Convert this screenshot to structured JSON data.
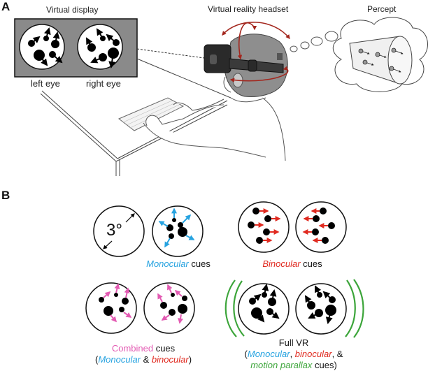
{
  "panelA": {
    "label": "A",
    "virtual_display": "Virtual display",
    "headset": "Virtual reality headset",
    "percept": "Percept",
    "left_eye": "left eye",
    "right_eye": "right eye"
  },
  "panelB": {
    "label": "B",
    "degree": "3°",
    "monocular": {
      "colored": "Monocular",
      "rest": " cues"
    },
    "binocular": {
      "colored": "Binocular",
      "rest": " cues"
    },
    "combined": {
      "line1_colored": "Combined",
      "line1_rest": " cues",
      "line2_open": "(",
      "line2_mono": "Monocular",
      "line2_amp": " & ",
      "line2_bino": "binocular",
      "line2_close": ")"
    },
    "full_vr": {
      "title": "Full VR",
      "open": "(",
      "mono": "Monocular",
      "sep1": ", ",
      "bino": "binocular",
      "sep2": ", &",
      "motion": "motion parallax",
      "tail": " cues)"
    }
  },
  "colors": {
    "monocular": "#27a3e0",
    "binocular": "#e02a20",
    "combined": "#e35bb3",
    "motion_parallax": "#3ca53a",
    "head_arrows": "#a3261d",
    "display_bg": "#8a8a8a"
  }
}
